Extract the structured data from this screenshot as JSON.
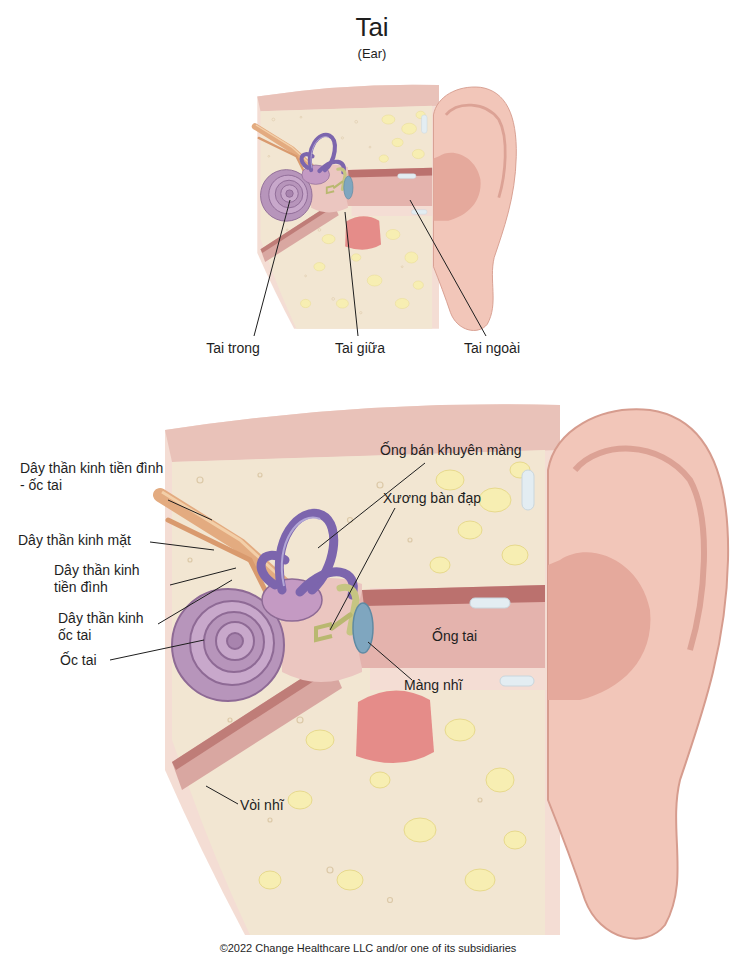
{
  "diagram": {
    "title": "Tai",
    "labels": [
      "(Ear)",
      "Tai trong",
      "Tai giữa",
      "Tai ngoài",
      "Dây thần kinh tiền đình - ốc tai",
      "Ống bán khuyên màng",
      "Xương bàn đạp",
      "Dây thần kinh mặt",
      "Dây thần kinh tiền đình",
      "Dây thần kinh ốc tai",
      "Ốc tai",
      "Ống tai",
      "Màng nhĩ",
      "Vòi nhĩ",
      "©2022 Change Healthcare LLC and/or one of its subsidiaries"
    ]
  }
}
